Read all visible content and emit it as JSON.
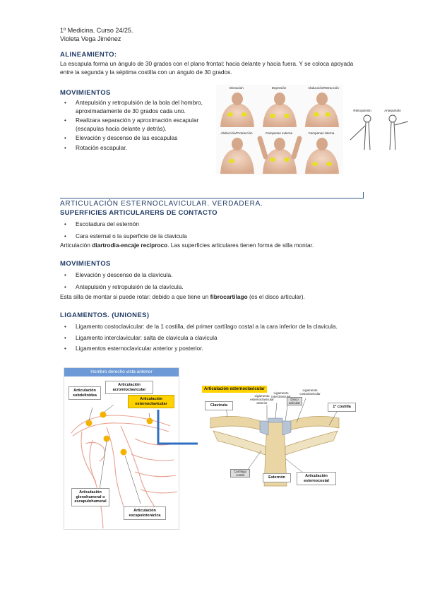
{
  "header": {
    "line1": "1º Medicina. Curso 24/25.",
    "line2": "Violeta Vega Jiménez"
  },
  "alineamiento": {
    "title": "ALINEAMIENTO:",
    "text": "La escapula forma un ángulo de 30 grados con el plano frontal: hacia delante y hacia fuera. Y se coloca apoyada entre la segunda y la séptima costilla con un ángulo de 30 grados."
  },
  "movimientos1": {
    "title": "MOVIMIENTOS",
    "items": [
      "Antepulsión y retropulsión de la bola del hombro, aproximadamente de 30 grados cada uno.",
      "Realizara separación y aproximación escapular (escapulas hacia delante y detrás).",
      "Elevación y descenso de las escapulas",
      "Rotación escapular."
    ]
  },
  "shoulder_figure": {
    "labels": [
      "Elevación",
      "Depresión",
      "Abducción/Retracción",
      "Abducción/Protracción",
      "Campanas externa",
      "Campanas interna"
    ]
  },
  "arm_figure": {
    "labels": [
      "Retropulsión",
      "Antepulsión"
    ]
  },
  "esterno": {
    "title": "ARTICULACIÓN ESTERNOCLAVICULAR. VERDADERA.",
    "sup_title": "SUPERFICIES ARTICULARERS DE CONTACTO",
    "items": [
      "Escotadura del esternón",
      "Cara esternal o la superficie de la clavicula"
    ],
    "text_pre": "Articulación ",
    "text_bold": "diartrodia-encaje reciproco",
    "text_post": ". Las superficies articulares tienen forma de silla montar."
  },
  "movimientos2": {
    "title": "MOVIMIENTOS",
    "items": [
      "Elevación y descenso de la clavícula.",
      "Antepulsión y retropulsión de la clavícula."
    ],
    "text_pre": "Esta silla de montar si puede rotar: debido a que tiene un ",
    "text_bold": "fibrocartilago",
    "text_post": " (es el disco articular)."
  },
  "ligamentos": {
    "title": "LIGAMENTOS. (UNIONES)",
    "items": [
      "Ligamento costoclavicular: de la 1 costilla, del primer cartílago costal a la cara inferior de la clavicula.",
      "Ligamento interclavicular: salta de clavicula a clavicula",
      "Ligamentos esternoclavicular anterior y posterior."
    ]
  },
  "left_diagram": {
    "title": "Hombro derecho  vista anterior",
    "labels": {
      "subdeltoidea": "Articulación subdeltoidea",
      "acromio": "Articulación acromioclavicular",
      "esterno": "Articulación esternoclavicular",
      "gleno": "Articulación glenohumeral o escapulohumeral",
      "escapulo": "Articulación escapulotorácica"
    }
  },
  "right_diagram": {
    "title": "Articulación esternoclavicular",
    "labels": {
      "clavicula": "Clavícula",
      "costilla": "1ª costilla",
      "esternon": "Esternón",
      "esternocostal": "Articulación esternocostal",
      "lig_ant": "Ligamento esternoclavicular anterior",
      "lig_inter": "Ligamento interclavicular",
      "disco": "Disco articular",
      "lig_costo": "Ligamento costoclavicular",
      "cartilago": "Cartílago costal"
    }
  },
  "colors": {
    "heading": "#1f3a64",
    "rule": "#2e5c8a",
    "tag": "#ffd200",
    "connector": "#2f6fc0"
  }
}
